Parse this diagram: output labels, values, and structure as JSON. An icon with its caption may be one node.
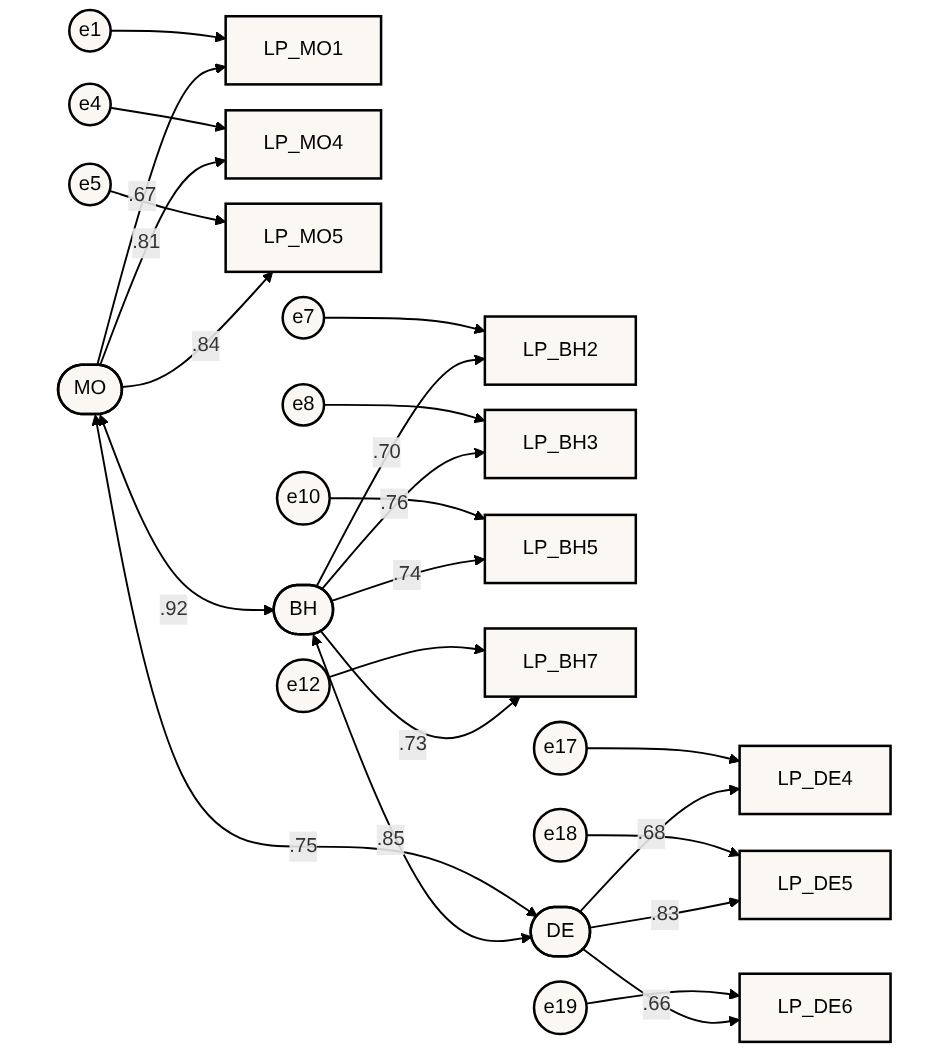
{
  "diagram": {
    "nodes": [
      {
        "text": [
          "MO"
        ]
      },
      {
        "text": [
          "BH"
        ]
      },
      {
        "text": [
          "DE"
        ]
      },
      {
        "text": [
          "LP_MO1"
        ]
      },
      {
        "text": [
          "LP_MO4"
        ]
      },
      {
        "text": [
          "LP_MO5"
        ]
      },
      {
        "text": [
          "LP_BH2"
        ]
      },
      {
        "text": [
          "LP_BH3"
        ]
      },
      {
        "text": [
          "LP_BH5"
        ]
      },
      {
        "text": [
          "LP_BH7"
        ]
      },
      {
        "text": [
          "LP_DE4"
        ]
      },
      {
        "text": [
          "LP_DE5"
        ]
      },
      {
        "text": [
          "LP_DE6"
        ]
      },
      {
        "text": [
          "e1"
        ]
      },
      {
        "text": [
          "e4"
        ]
      },
      {
        "text": [
          "e5"
        ]
      },
      {
        "text": [
          "e7"
        ]
      },
      {
        "text": [
          "e8"
        ]
      },
      {
        "text": [
          "e10"
        ]
      },
      {
        "text": [
          "e12"
        ]
      },
      {
        "text": [
          "e17"
        ]
      },
      {
        "text": [
          "e18"
        ]
      },
      {
        "text": [
          "e19"
        ]
      }
    ],
    "edges": [
      {
        "from": 0,
        "to": 3,
        "arrow": "to",
        "label": ".67"
      },
      {
        "from": 0,
        "to": 4,
        "arrow": "to",
        "label": ".81"
      },
      {
        "from": 0,
        "to": 5,
        "arrow": "to",
        "label": ".84"
      },
      {
        "from": 1,
        "to": 6,
        "arrow": "to",
        "label": ".70"
      },
      {
        "from": 1,
        "to": 7,
        "arrow": "to",
        "label": ".76"
      },
      {
        "from": 1,
        "to": 8,
        "arrow": "to",
        "label": ".74"
      },
      {
        "from": 1,
        "to": 9,
        "arrow": "to",
        "label": ".73"
      },
      {
        "from": 2,
        "to": 10,
        "arrow": "to",
        "label": ".68"
      },
      {
        "from": 2,
        "to": 11,
        "arrow": "to",
        "label": ".83"
      },
      {
        "from": 2,
        "to": 12,
        "arrow": "to",
        "label": ".66"
      },
      {
        "from": 13,
        "to": 3,
        "arrow": "to"
      },
      {
        "from": 14,
        "to": 4,
        "arrow": "to"
      },
      {
        "from": 15,
        "to": 5,
        "arrow": "to"
      },
      {
        "from": 16,
        "to": 6,
        "arrow": "to"
      },
      {
        "from": 17,
        "to": 7,
        "arrow": "to"
      },
      {
        "from": 18,
        "to": 8,
        "arrow": "to"
      },
      {
        "from": 19,
        "to": 9,
        "arrow": "to"
      },
      {
        "from": 20,
        "to": 10,
        "arrow": "to"
      },
      {
        "from": 21,
        "to": 11,
        "arrow": "to"
      },
      {
        "from": 22,
        "to": 12,
        "arrow": "to"
      },
      {
        "from": 0,
        "to": 1,
        "arrow": "both",
        "label": ".92"
      },
      {
        "from": 1,
        "to": 2,
        "arrow": "both",
        "label": ".85"
      },
      {
        "from": 0,
        "to": 2,
        "arrow": "both",
        "label": ".75"
      }
    ]
  }
}
